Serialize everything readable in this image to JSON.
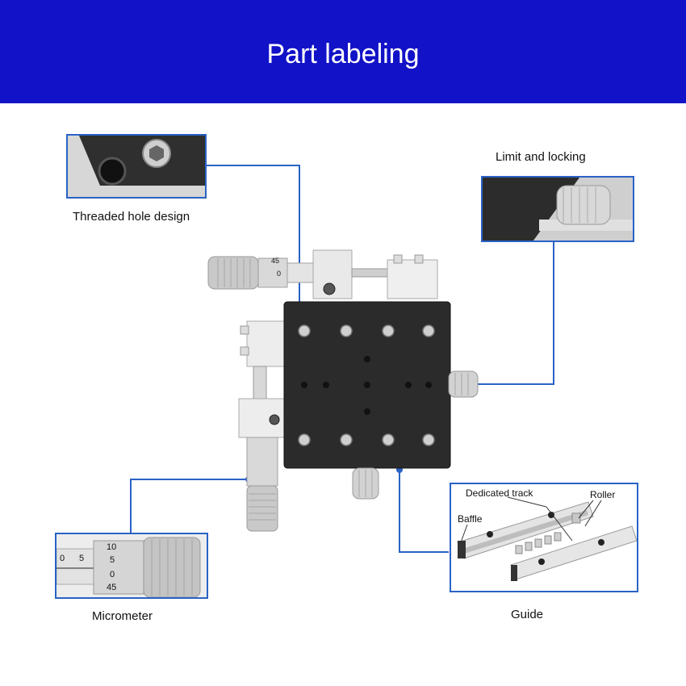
{
  "header": {
    "title": "Part labeling"
  },
  "labels": {
    "threaded_hole": "Threaded hole design",
    "limit_locking": "Limit and locking",
    "micrometer": "Micrometer",
    "guide": "Guide",
    "dedicated_track": "Dedicated track",
    "roller": "Roller",
    "baffle": "Baffle"
  },
  "scale": {
    "top": "45",
    "zero": "0",
    "n5": "5",
    "n10": "10",
    "n0": "0",
    "n45": "45"
  },
  "colors": {
    "header_bg": "#1212c8",
    "callout_line": "#2a62c6",
    "stage_body": "#2b2b2b"
  }
}
